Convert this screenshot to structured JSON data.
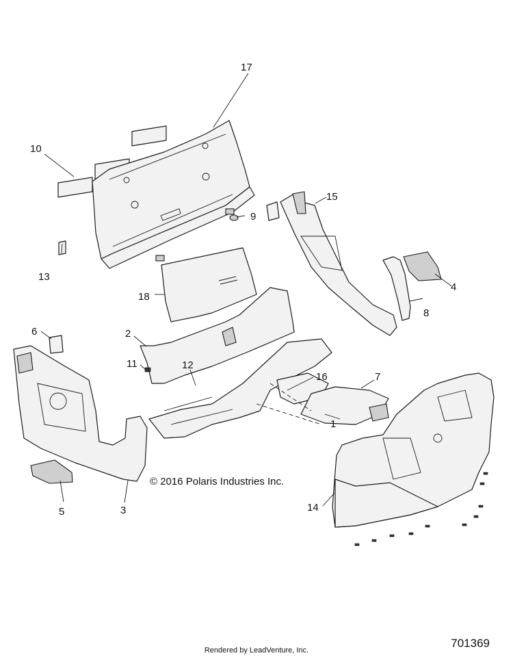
{
  "callouts": [
    "1",
    "2",
    "3",
    "4",
    "5",
    "6",
    "7",
    "8",
    "9",
    "10",
    "11",
    "12",
    "13",
    "14",
    "15",
    "16",
    "17",
    "18"
  ],
  "copyright": "© 2016 Polaris Industries Inc.",
  "footer": "Rendered by LeadVenture, Inc.",
  "diagram_id": "701369"
}
